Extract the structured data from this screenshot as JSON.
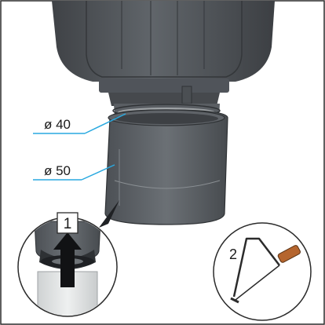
{
  "labels": {
    "diameter_inner": "ø 40",
    "diameter_outer": "ø 50",
    "step_1": "1",
    "step_2": "2"
  },
  "colors": {
    "frame_border": "#2b2b2b",
    "body_dark": "#4a4e52",
    "body_mid": "#5d6166",
    "body_light": "#767b80",
    "leader_line": "#29a9e0",
    "saw_handle": "#b5652e"
  },
  "icons": {
    "push_arrow": "up-arrow-icon",
    "saw": "hacksaw-icon"
  }
}
